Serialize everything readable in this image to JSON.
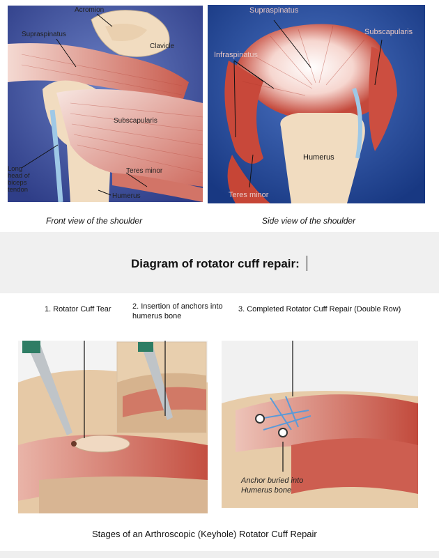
{
  "front_view": {
    "labels": {
      "acromion": "Acromion",
      "supraspinatus": "Supraspinatus",
      "clavicle": "Clavicle",
      "subscapularis": "Subscapularis",
      "long_head": "Long head of biceps tendon",
      "teres_minor": "Teres minor",
      "humerus": "Humerus"
    },
    "caption": "Front view of the shoulder"
  },
  "side_view": {
    "labels": {
      "supraspinatus": "Supraspinatus",
      "subscapularis": "Subscapularis",
      "infraspinatus": "Infraspinatus",
      "humerus": "Humerus",
      "teres_minor": "Teres minor"
    },
    "caption": "Side view of the shoulder"
  },
  "heading": "Diagram of rotator cuff repair:",
  "stages": {
    "stage1": "1. Rotator Cuff Tear",
    "stage2": "2. Insertion of anchors into humerus bone",
    "stage3": "3. Completed Rotator Cuff Repair (Double Row)",
    "anchor_note": "Anchor buried into Humerus bone"
  },
  "bottom_caption": "Stages of an Arthroscopic (Keyhole) Rotator Cuff Repair",
  "colors": {
    "muscle": "#c9675a",
    "bone": "#f1dcc0",
    "background_front": "#3a4a96",
    "background_side": "#1e3f8e"
  }
}
